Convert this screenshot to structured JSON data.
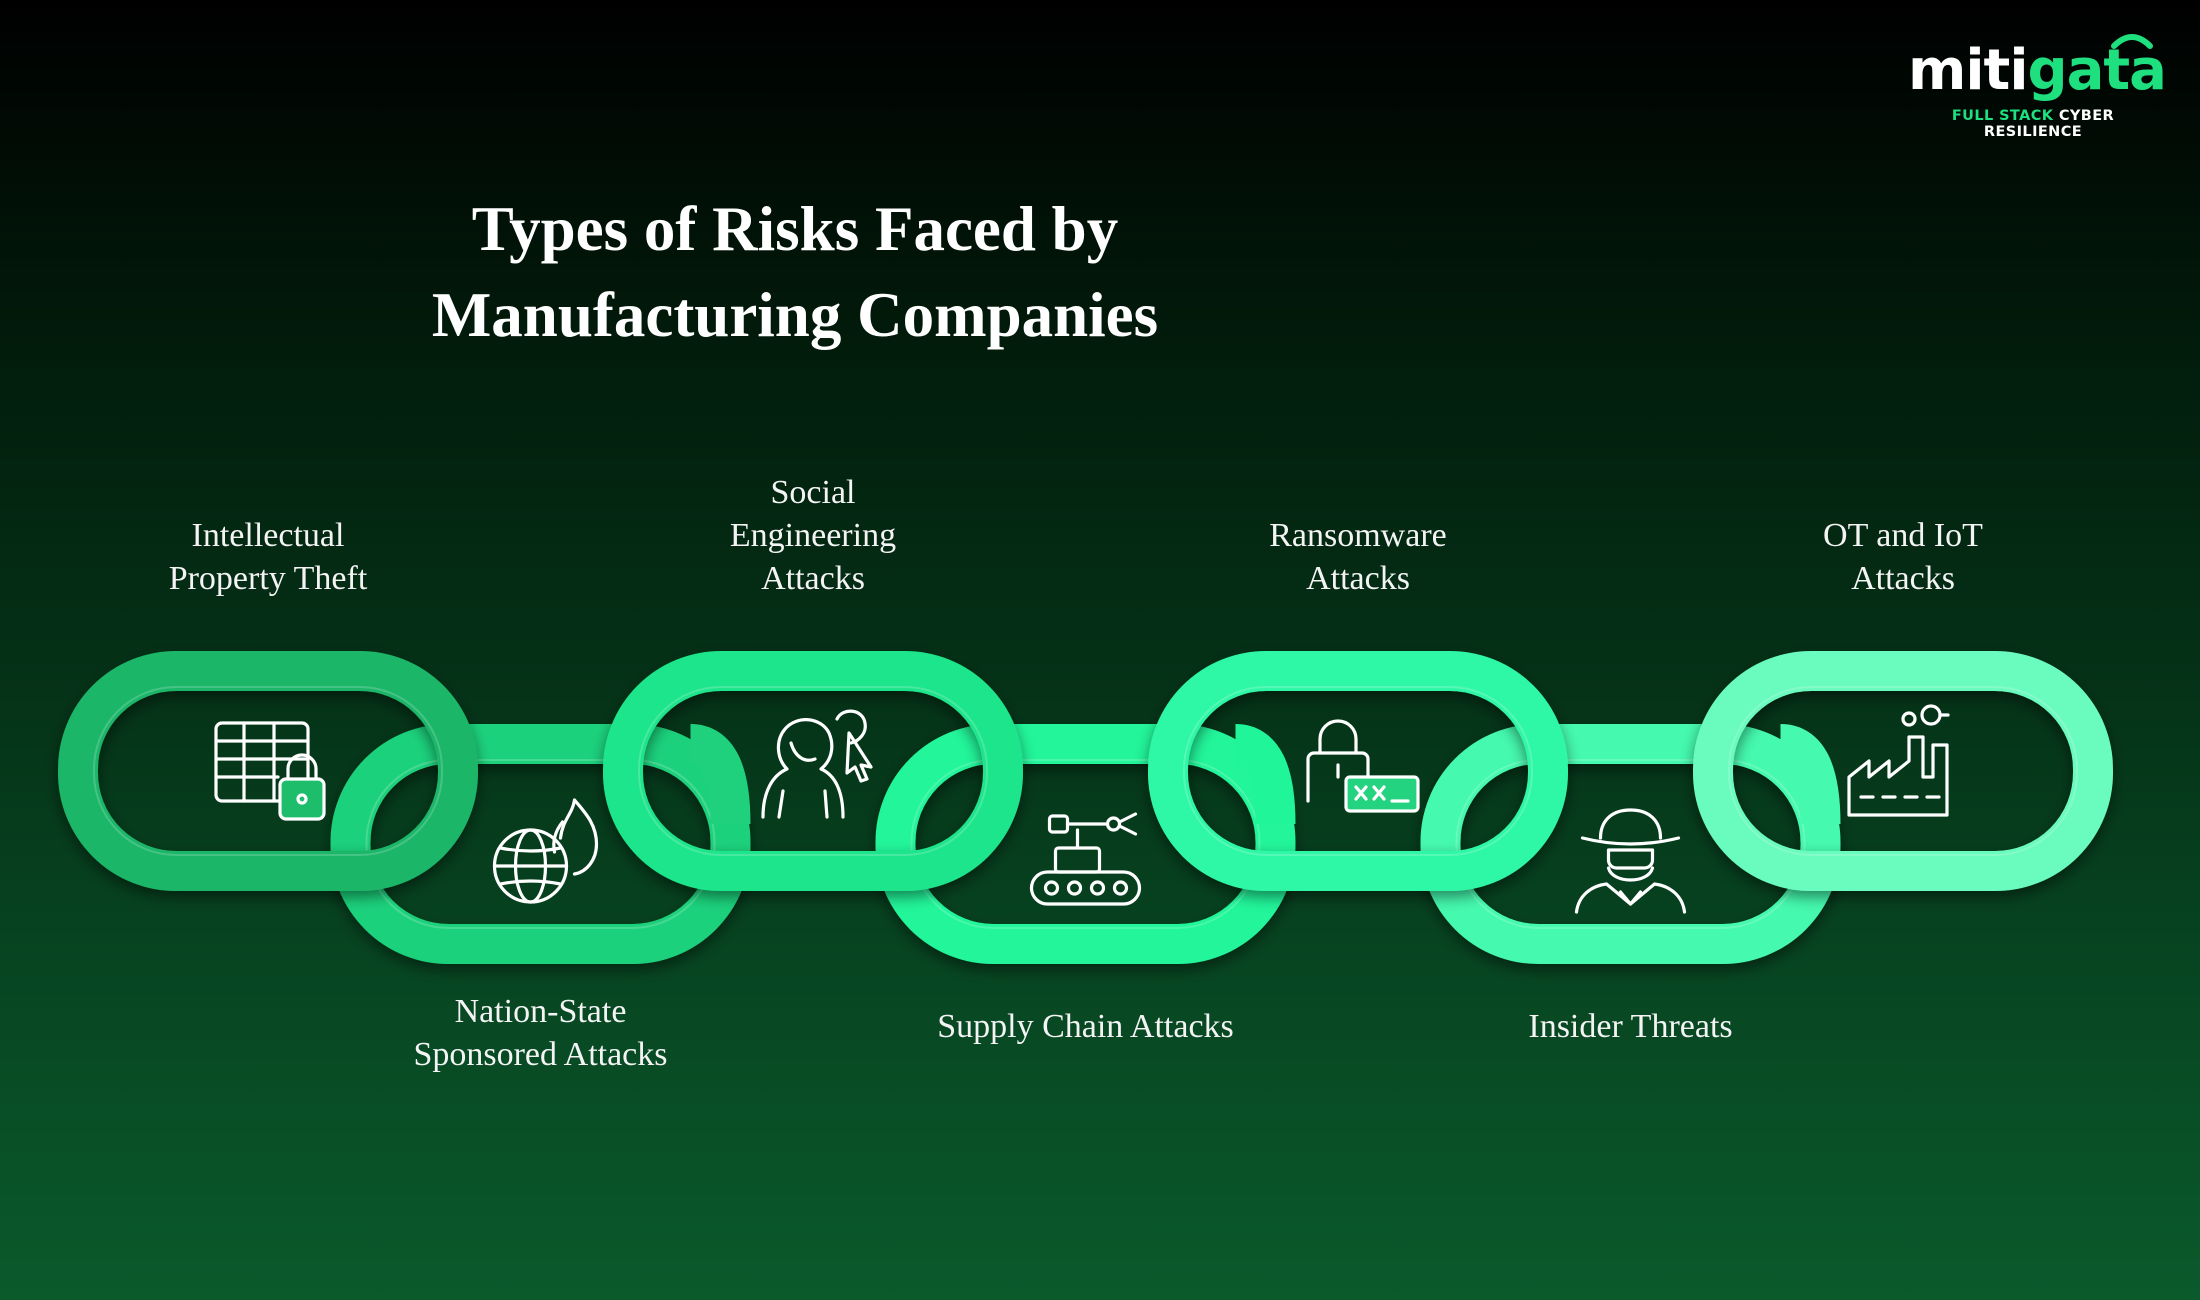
{
  "logo": {
    "brand_white": "miti",
    "brand_green": "gata",
    "tagline_green": "FULL STACK",
    "tagline_white": "CYBER RESILIENCE"
  },
  "title": {
    "line1": "Types of Risks Faced by",
    "line2": "Manufacturing Companies"
  },
  "colors": {
    "accent": "#1fe07f",
    "link_gradient": [
      "#1db669",
      "#1fd17c",
      "#1fe58b",
      "#20f59a",
      "#2ff7a6",
      "#45f9ae",
      "#6bfbbe"
    ]
  },
  "items": [
    {
      "position": "top",
      "label_lines": [
        "Intellectual",
        "Property Theft"
      ],
      "icon": "data-table-lock-icon"
    },
    {
      "position": "bottom",
      "label_lines": [
        "Nation-State",
        "Sponsored Attacks"
      ],
      "icon": "globe-fire-icon"
    },
    {
      "position": "top",
      "label_lines": [
        "Social",
        "Engineering",
        "Attacks"
      ],
      "icon": "hooded-hacker-cursor-icon"
    },
    {
      "position": "bottom",
      "label_lines": [
        "Supply Chain Attacks"
      ],
      "icon": "conveyor-robot-arm-icon"
    },
    {
      "position": "top",
      "label_lines": [
        "Ransomware",
        "Attacks"
      ],
      "icon": "lock-password-icon"
    },
    {
      "position": "bottom",
      "label_lines": [
        "Insider Threats"
      ],
      "icon": "spy-agent-icon"
    },
    {
      "position": "top",
      "label_lines": [
        "OT and IoT",
        "Attacks"
      ],
      "icon": "factory-icon"
    }
  ]
}
